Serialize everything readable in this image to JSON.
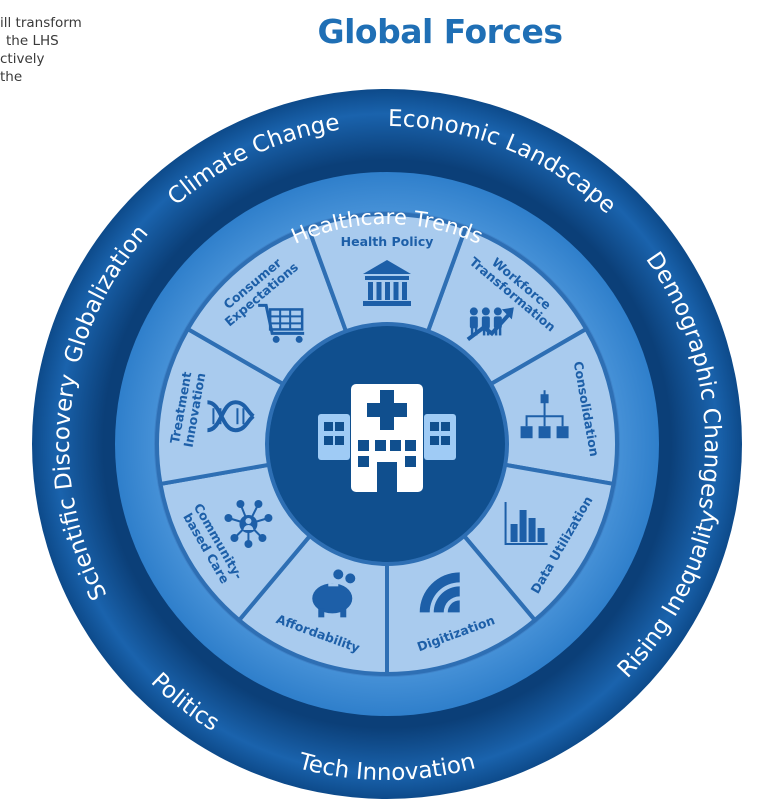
{
  "intro_lines": [
    "ill transform",
    "the  LHS",
    "ctively",
    "the"
  ],
  "title": "Global Forces",
  "outer_forces": [
    "Economic Landscape",
    "Demographic Changes",
    "Rising Inequality",
    "Tech Innovation",
    "Politics",
    "Scientific Discovery",
    "Globalization",
    "Climate Change"
  ],
  "middle_ring_label": "Healthcare Trends",
  "trends": [
    {
      "lines": [
        "Workforce",
        "Transformation"
      ],
      "icon": "workforce-icon"
    },
    {
      "lines": [
        "Consolidation"
      ],
      "icon": "consolidation-icon"
    },
    {
      "lines": [
        "Data Utilization"
      ],
      "icon": "bar-chart-icon"
    },
    {
      "lines": [
        "Digitization"
      ],
      "icon": "wifi-signal-icon"
    },
    {
      "lines": [
        "Affordability"
      ],
      "icon": "piggy-bank-icon"
    },
    {
      "lines": [
        "Community-",
        "based Care"
      ],
      "icon": "network-person-icon"
    },
    {
      "lines": [
        "Treatment",
        "Innovation"
      ],
      "icon": "dna-icon"
    },
    {
      "lines": [
        "Consumer",
        "Expectations"
      ],
      "icon": "shopping-cart-icon"
    },
    {
      "lines": [
        "Health Policy"
      ],
      "icon": "government-building-icon"
    }
  ],
  "center_icon": "hospital-icon",
  "colors": {
    "title": "#1f6fb5",
    "outer_ring": "#0f4c8c",
    "middle_ring": "#3a8bd6",
    "segments": "#a9cbee",
    "center": "#104f8e",
    "segment_text": "#1d5fa8"
  }
}
